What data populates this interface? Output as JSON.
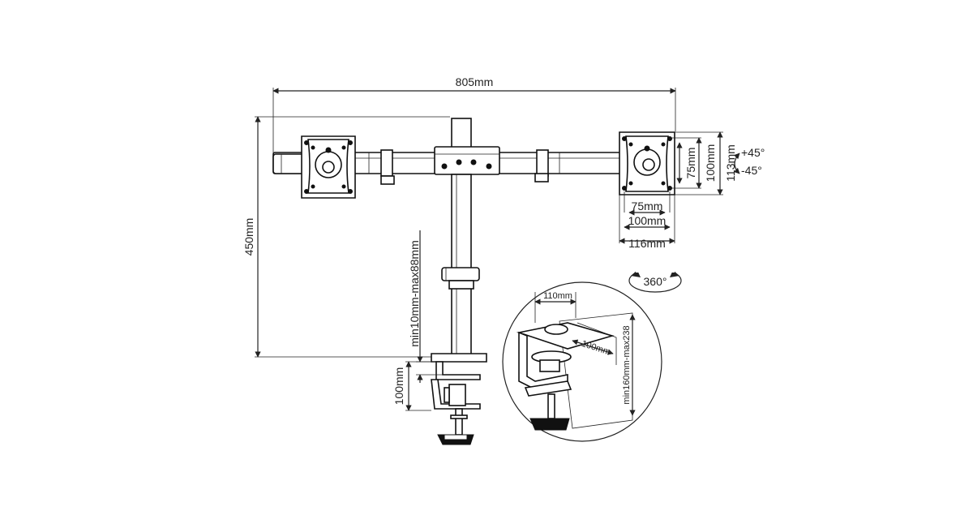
{
  "diagram": {
    "dimensions": {
      "total_width": "805mm",
      "pole_height": "450mm",
      "vesa_75_v": "75mm",
      "vesa_100_v": "100mm",
      "plate_113_v": "113mm",
      "vesa_75_h": "75mm",
      "vesa_100_h": "100mm",
      "plate_116_h": "116mm",
      "tilt_up": "+45°",
      "tilt_down": "-45°",
      "rotation": "360°",
      "desk_thickness": "min10mm-max88mm",
      "clamp_height": "100mm",
      "detail_depth": "110mm",
      "detail_width": "100mm",
      "detail_range": "min160mm-max238"
    }
  }
}
